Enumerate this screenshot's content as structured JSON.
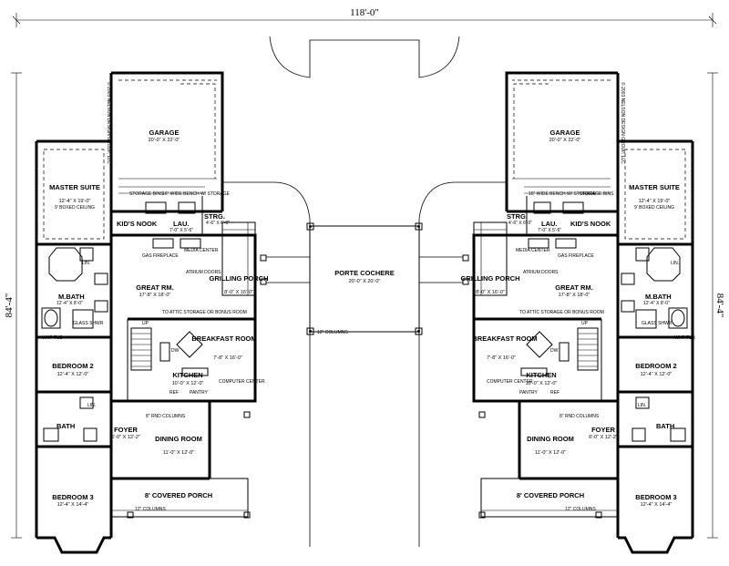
{
  "dimensions": {
    "overall_width": "118'-0\"",
    "overall_depth": "84'-4\""
  },
  "center": {
    "porte_cochere": "PORTE COCHERE",
    "porte_cochere_size": "20'-0\" X 20'-0\"",
    "columns_label": "12\" COLUMNS"
  },
  "left_unit": {
    "copyright": "© 2003 NELSON DESIGN GROUP, LLC",
    "garage": {
      "name": "GARAGE",
      "size": "20'-0\" X 22'-0\""
    },
    "storage_bins": "STORAGE BINS",
    "bench": "16\" WIDE BENCH W/ STORAGE",
    "kids_nook": "KID'S NOOK",
    "lau": {
      "name": "LAU.",
      "size": "7'-0\" X 5'-6\""
    },
    "strg": {
      "name": "STRG.",
      "size": "4'-6\" X 6'-0\""
    },
    "master_suite": {
      "name": "MASTER SUITE",
      "size": "12'-4\" X 19'-0\"",
      "note": "9' BOXED CEILING"
    },
    "lin": "LIN.",
    "m_bath": {
      "name": "M.BATH",
      "size": "12'-4\" X 8'-0\""
    },
    "whp_tub": "WHP TUB",
    "glass_shwr": "GLASS SHWR",
    "gas_fireplace": "GAS FIREPLACE",
    "media_center": "MEDIA CENTER",
    "atrium_doors": "ATRIUM DOORS",
    "great_rm": {
      "name": "GREAT RM.",
      "size": "17'-8\" X 18'-0\""
    },
    "grilling_porch": {
      "name": "GRILLING PORCH",
      "size": "8'-0\" X 16'-0\""
    },
    "attic_note": "TO ATTIC STORAGE OR BONUS ROOM",
    "up": "UP",
    "breakfast": {
      "name": "BREAKFAST ROOM",
      "size": "7'-8\" X 16'-0\""
    },
    "dw": "DW",
    "kitchen": {
      "name": "KITCHEN",
      "size": "10'-0\" X 12'-0\""
    },
    "ref": "REF",
    "pantry": "PANTRY",
    "computer_center": "COMPUTER CENTER",
    "bedroom2": {
      "name": "BEDROOM 2",
      "size": "12'-4\" X 12'-0\""
    },
    "bath": "BATH",
    "rnd_columns": "8\" RND COLUMNS",
    "foyer": {
      "name": "FOYER",
      "size": "6'-0\" X 12'-2\""
    },
    "dining": {
      "name": "DINING ROOM",
      "size": "11'-0\" X 12'-0\""
    },
    "covered_porch": {
      "name": "8' COVERED PORCH"
    },
    "columns": "12\" COLUMNS",
    "bedroom3": {
      "name": "BEDROOM 3",
      "size": "12'-4\" X 14'-4\""
    }
  }
}
